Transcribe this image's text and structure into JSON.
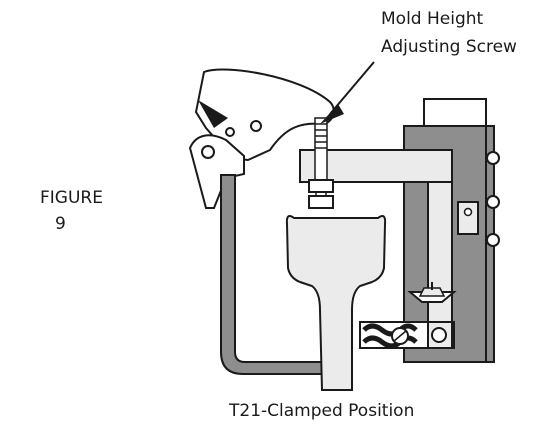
{
  "figure": {
    "label_word": "FIGURE",
    "label_number": "9"
  },
  "callout": {
    "line1": "Mold Height",
    "line2": "Adjusting Screw"
  },
  "caption": "T21-Clamped Position",
  "colors": {
    "outline": "#1a1a1a",
    "gray_fill": "#8e8e8e",
    "light_fill": "#ebebeb",
    "white": "#ffffff"
  }
}
